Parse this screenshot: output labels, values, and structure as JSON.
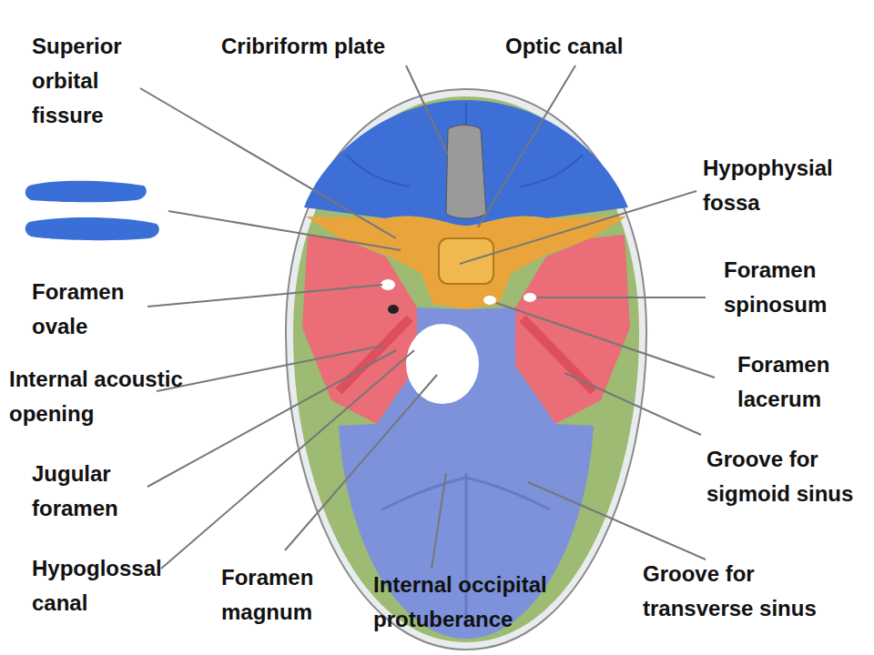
{
  "diagram": {
    "labels": [
      "Superior orbital fissure",
      "Cribriform plate",
      "Optic canal",
      "Hypophysial fossa",
      "Foramen ovale",
      "Foramen spinosum",
      "Internal acoustic opening",
      "Foramen lacerum",
      "Groove for sigmoid sinus",
      "Jugular foramen",
      "Hypoglossal canal",
      "Foramen magnum",
      "Internal occipital protuberance",
      "Groove for transverse sinus"
    ]
  }
}
